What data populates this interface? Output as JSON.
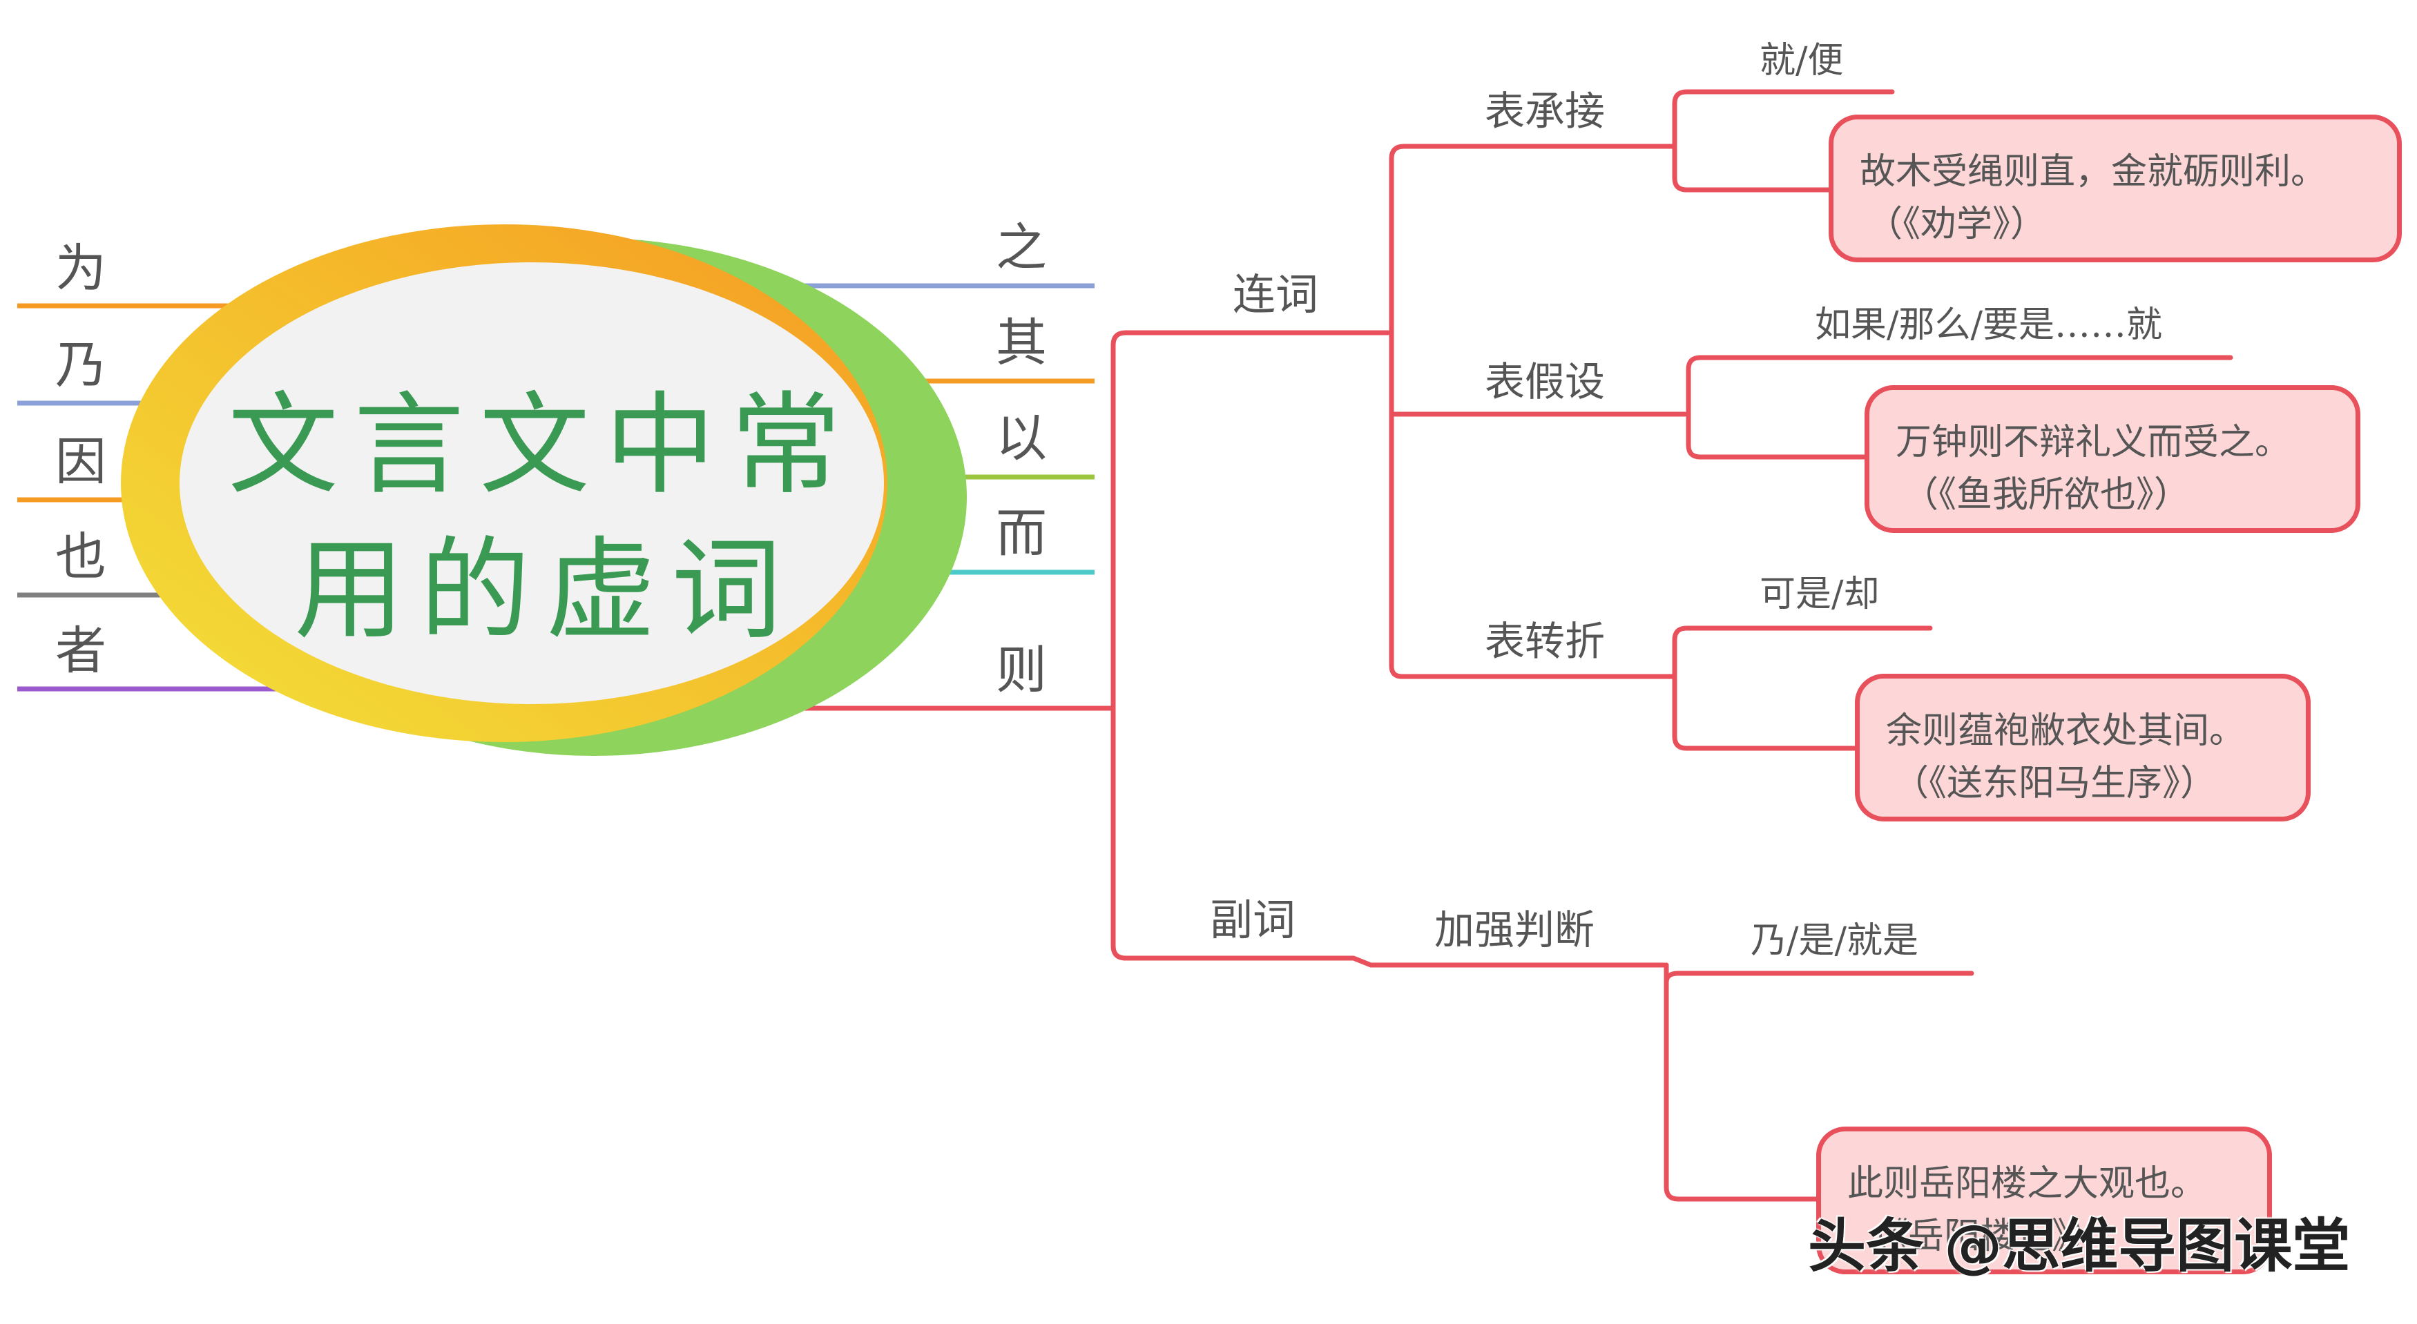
{
  "title": {
    "line1": "文言文中常",
    "line2": "用的虚词"
  },
  "left_words": [
    "为",
    "乃",
    "因",
    "也",
    "者"
  ],
  "right_words": [
    "之",
    "其",
    "以",
    "而",
    "则"
  ],
  "ze": {
    "conjunction": {
      "label": "连词",
      "biaochengjie": {
        "label": "表承接",
        "meaning": "就/便",
        "example": "故木受绳则直，金就砺则利。",
        "source": "（《劝学》）"
      },
      "biaojiashe": {
        "label": "表假设",
        "meaning": "如果/那么/要是……就",
        "example": "万钟则不辩礼义而受之。",
        "source": "（《鱼我所欲也》）"
      },
      "biaozhuanzhe": {
        "label": "表转折",
        "meaning": "可是/却",
        "example": "余则蕴袍敝衣处其间。",
        "source": "（《送东阳马生序》）"
      }
    },
    "adverb": {
      "label": "副词",
      "jiaqiang": {
        "label": "加强判断",
        "meaning": "乃/是/就是",
        "example": "此则岳阳楼之大观也。",
        "source": "（《岳阳楼记》）"
      }
    }
  },
  "watermark": "头条 @思维导图课堂",
  "colors": {
    "branch_red": "#e8505b",
    "card_fill": "#fdd7d7",
    "title_green": "#3a9a53",
    "orange": "#f59a23",
    "blue": "#8aa0d6",
    "gray": "#7f7f7f",
    "purple": "#9b59d0",
    "green": "#9bc53d",
    "teal": "#4ec9c9"
  }
}
